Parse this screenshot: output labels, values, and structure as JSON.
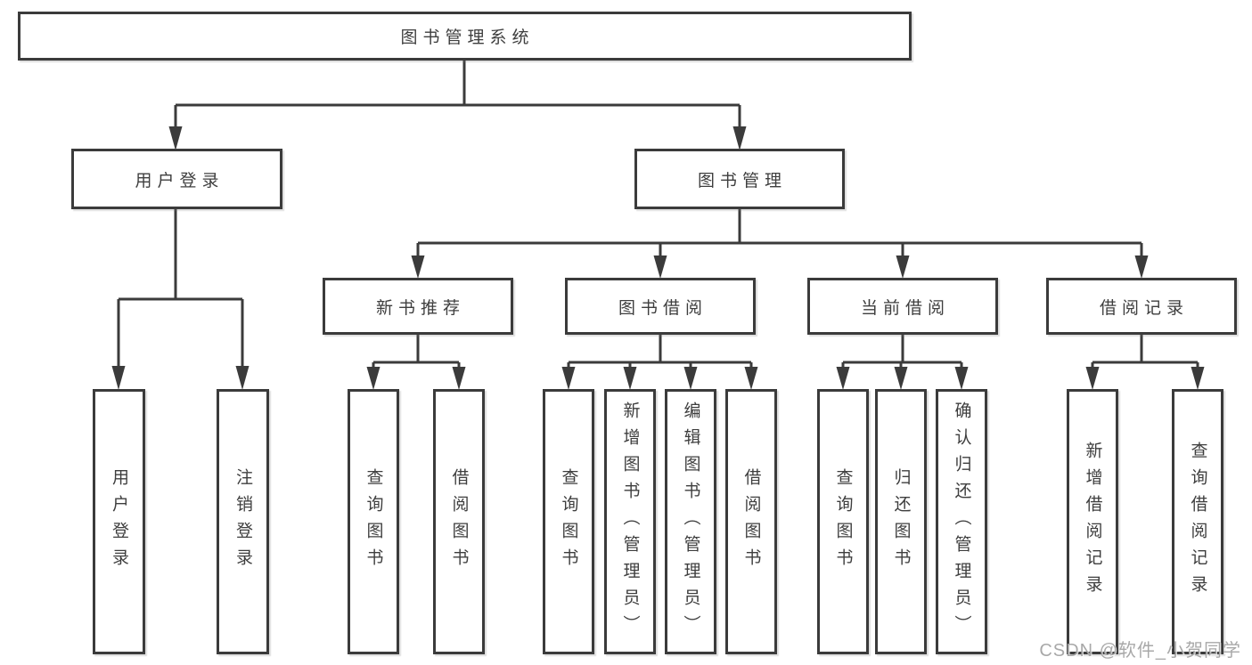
{
  "diagram_type": "hierarchy-tree",
  "colors": {
    "line": "#3b3b3b",
    "box_border": "#3b3b3b",
    "box_fill": "#ffffff",
    "text": "#3e3e3e",
    "watermark": "#9e9e9e",
    "background": "#ffffff"
  },
  "watermark": "CSDN @软件_小贺同学",
  "tree": {
    "label": "图书管理系统",
    "children": [
      {
        "label": "用户登录",
        "children": [
          {
            "label": "用户登录"
          },
          {
            "label": "注销登录"
          }
        ]
      },
      {
        "label": "图书管理",
        "children": [
          {
            "label": "新书推荐",
            "children": [
              {
                "label": "查询图书"
              },
              {
                "label": "借阅图书"
              }
            ]
          },
          {
            "label": "图书借阅",
            "children": [
              {
                "label": "查询图书"
              },
              {
                "label": "新增图书（管理员）"
              },
              {
                "label": "编辑图书（管理员）"
              },
              {
                "label": "借阅图书"
              }
            ]
          },
          {
            "label": "当前借阅",
            "children": [
              {
                "label": "查询图书"
              },
              {
                "label": "归还图书"
              },
              {
                "label": "确认归还（管理员）"
              }
            ]
          },
          {
            "label": "借阅记录",
            "children": [
              {
                "label": "新增借阅记录"
              },
              {
                "label": "查询借阅记录"
              }
            ]
          }
        ]
      }
    ]
  }
}
